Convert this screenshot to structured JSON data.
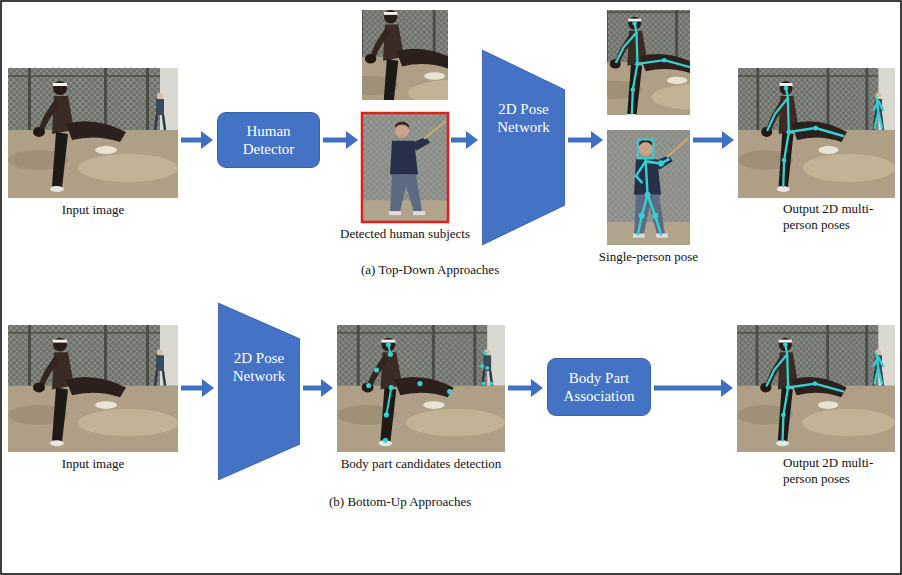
{
  "diagram": {
    "nodes": [
      {
        "text": [
          "Input image"
        ]
      },
      {
        "text": [
          "Human Detector"
        ]
      },
      {
        "text": [
          "Detected human subjects"
        ]
      },
      {
        "text": [
          "2D Pose Network"
        ]
      },
      {
        "text": [
          "Single-person pose"
        ]
      },
      {
        "text": [
          "Output 2D multi-person poses"
        ]
      },
      {
        "text": [
          "Input image"
        ]
      },
      {
        "text": [
          "2D Pose Network"
        ]
      },
      {
        "text": [
          "Body part candidates detection"
        ]
      },
      {
        "text": [
          "Body Part Association"
        ]
      },
      {
        "text": [
          "Output 2D multi-person poses"
        ]
      }
    ],
    "edges": [
      {
        "from": 0,
        "to": 1,
        "arrow": "to"
      },
      {
        "from": 1,
        "to": 2,
        "arrow": "to"
      },
      {
        "from": 2,
        "to": 3,
        "arrow": "to"
      },
      {
        "from": 3,
        "to": 4,
        "arrow": "to"
      },
      {
        "from": 4,
        "to": 5,
        "arrow": "to"
      },
      {
        "from": 6,
        "to": 7,
        "arrow": "to"
      },
      {
        "from": 7,
        "to": 8,
        "arrow": "to"
      },
      {
        "from": 8,
        "to": 9,
        "arrow": "to"
      },
      {
        "from": 9,
        "to": 10,
        "arrow": "to"
      }
    ],
    "labels": [
      "(a) Top-Down Approaches",
      "(b) Bottom-Up Approaches"
    ]
  }
}
